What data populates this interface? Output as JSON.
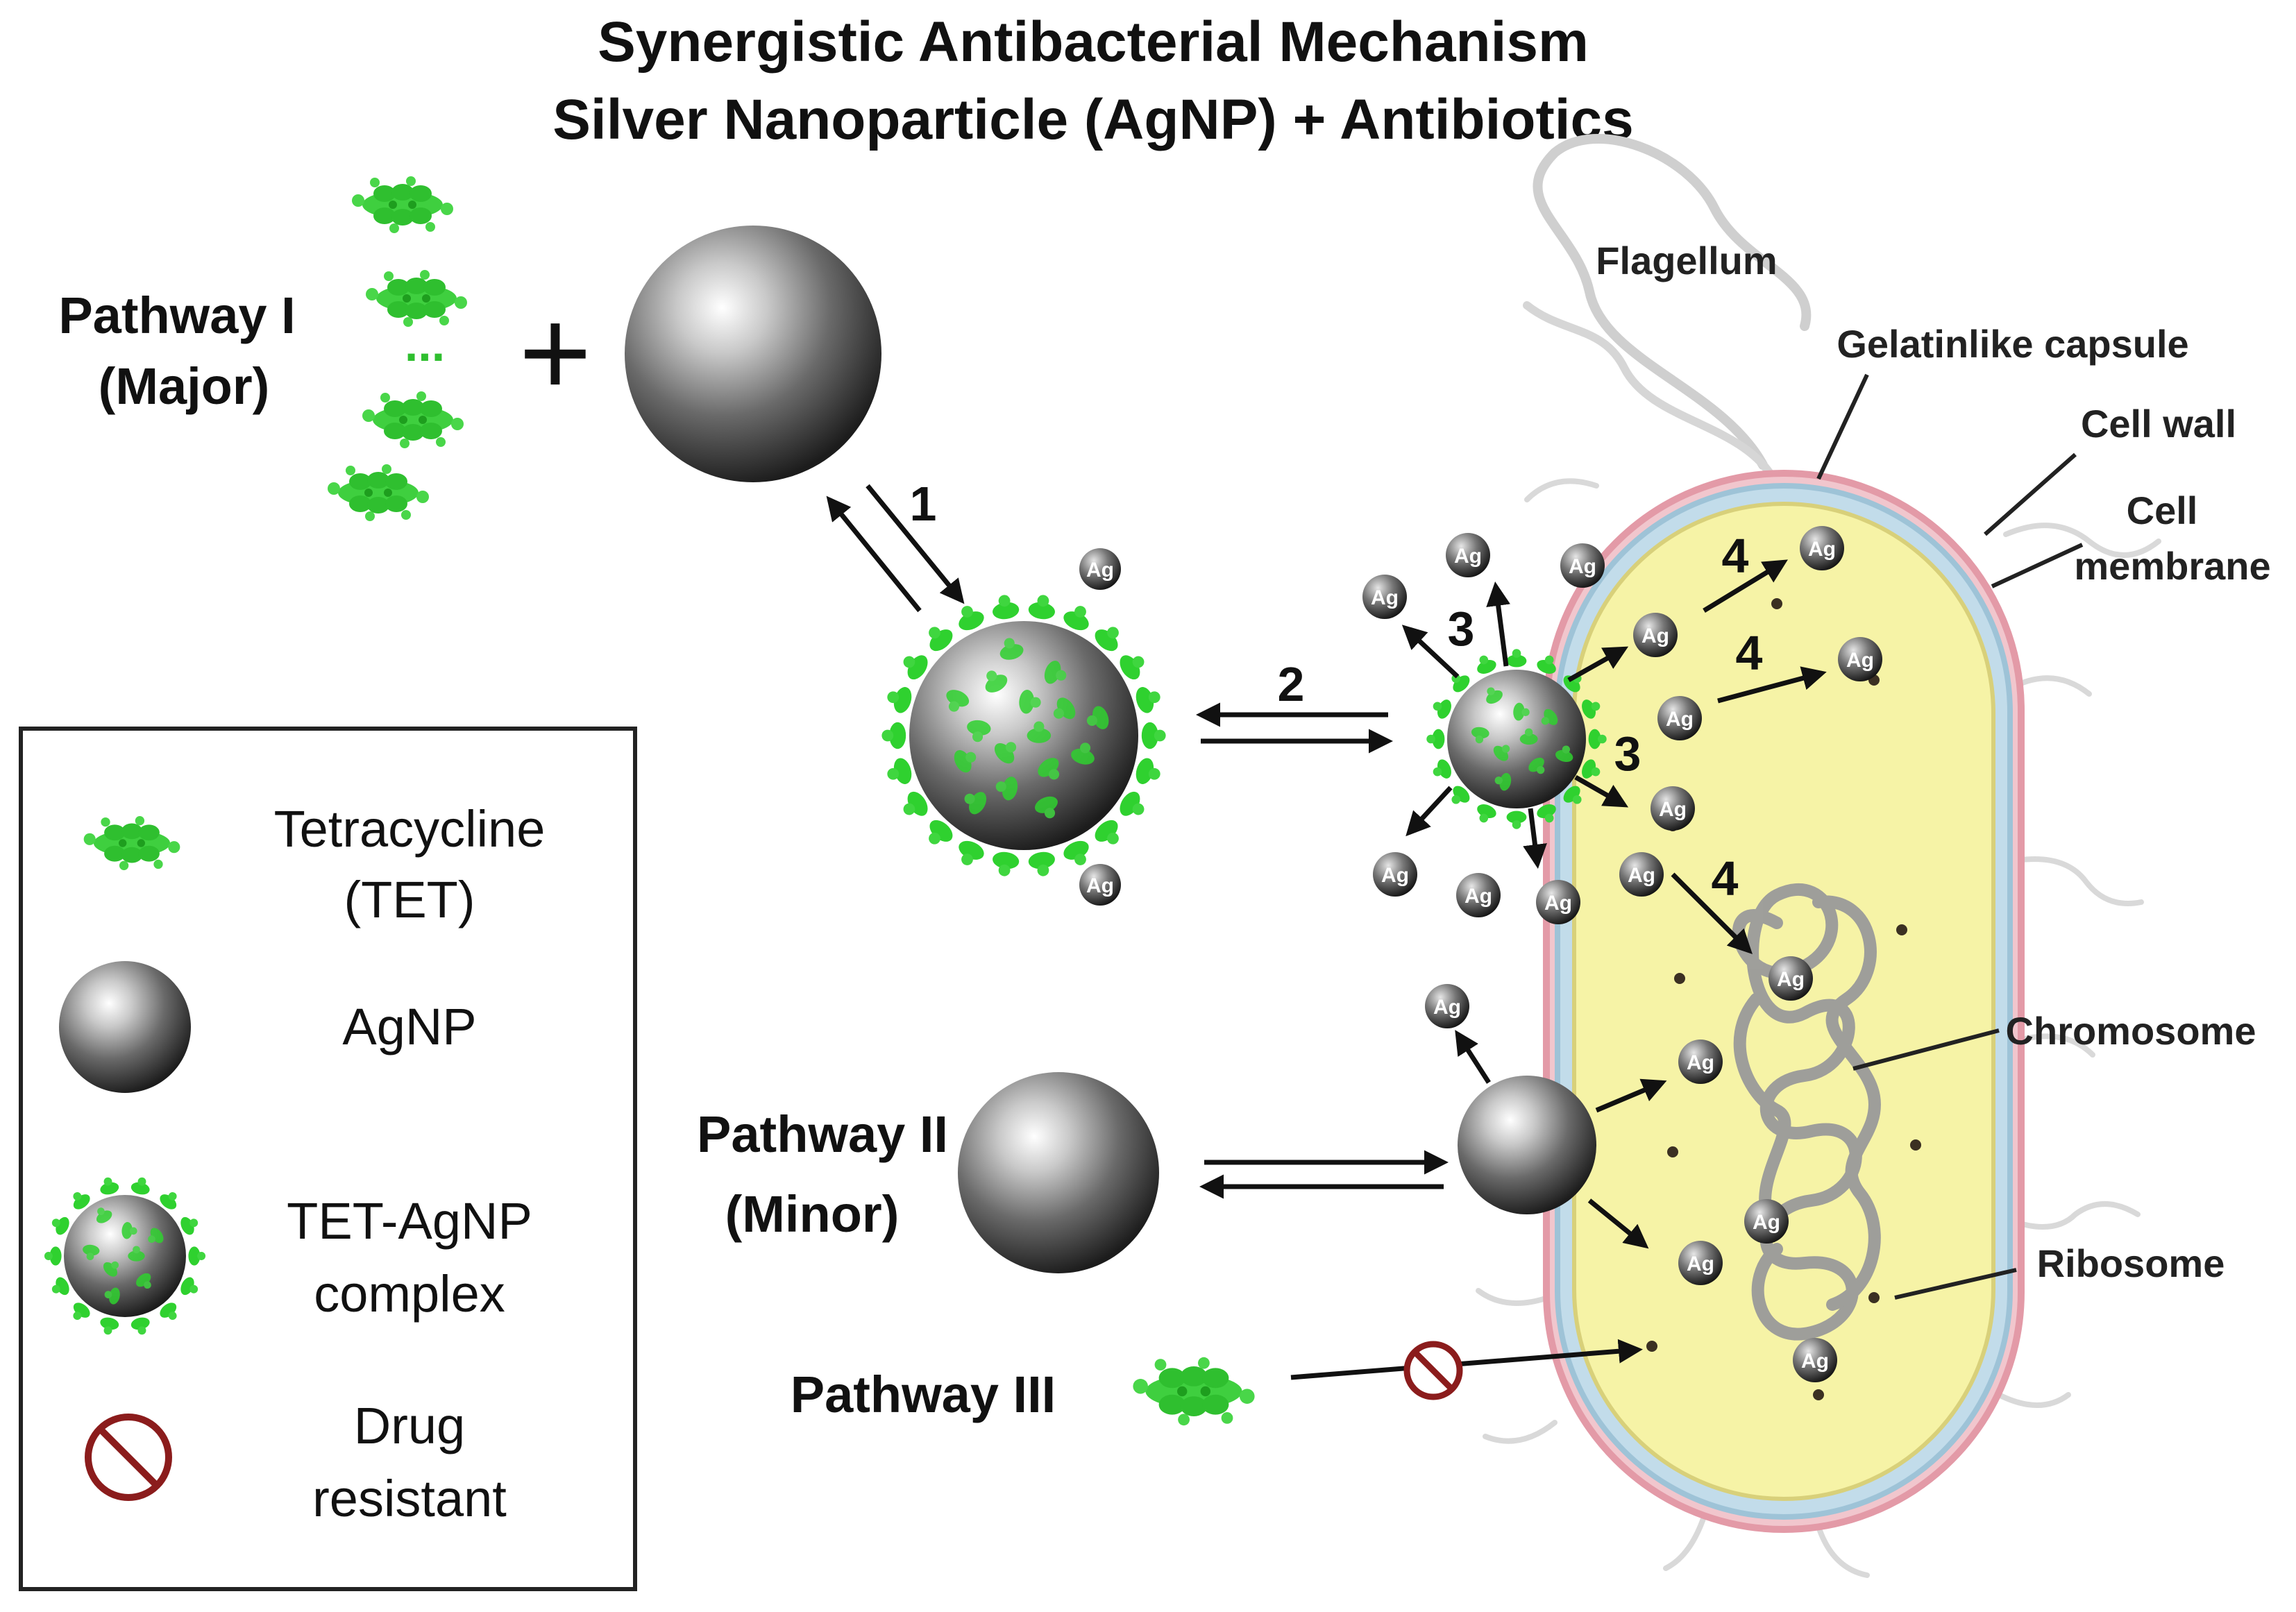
{
  "title": {
    "line1": "Synergistic Antibacterial Mechanism",
    "line2": "Silver Nanoparticle (AgNP) + Antibiotics"
  },
  "pathways": {
    "p1_line1": "Pathway I",
    "p1_line2": "(Major)",
    "p2_line1": "Pathway II",
    "p2_line2": "(Minor)",
    "p3": "Pathway III"
  },
  "plus_sign": "+",
  "ellipsis": "...",
  "steps": {
    "s1": "1",
    "s2": "2",
    "s3": "3",
    "s4": "4"
  },
  "ag_symbol": "Ag",
  "cell_labels": {
    "flagellum": "Flagellum",
    "capsule": "Gelatinlike capsule",
    "cell_wall": "Cell wall",
    "membrane_line1": "Cell",
    "membrane_line2": "membrane",
    "chromosome": "Chromosome",
    "ribosome": "Ribosome"
  },
  "legend": {
    "tet_line1": "Tetracycline",
    "tet_line2": "(TET)",
    "agnp": "AgNP",
    "complex_line1": "TET-AgNP",
    "complex_line2": "complex",
    "resist_line1": "Drug",
    "resist_line2": "resistant"
  },
  "colors": {
    "tetracycline_green": "#2fd12f",
    "cytoplasm_yellow": "#f6f3a6",
    "capsule_pink": "#e8a9b4",
    "cell_wall_blue": "#b9d6e6",
    "resistant_red": "#8b1c1c"
  },
  "icons": [
    "tetracycline-molecule-icon",
    "agnp-sphere-icon",
    "tet-agnp-complex-icon",
    "drug-resistant-icon",
    "silver-ion-icon"
  ]
}
